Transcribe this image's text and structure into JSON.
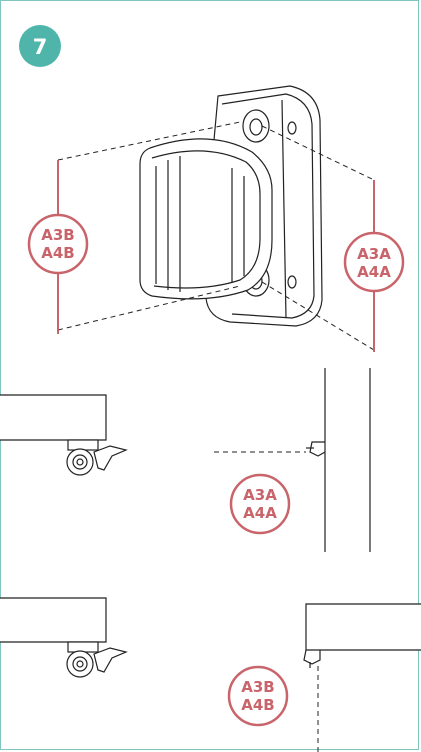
{
  "step": {
    "number": "7"
  },
  "colors": {
    "accent": "#4fb5ab",
    "label": "#c8646a",
    "line": "#222222",
    "frame": "#7fc6bf"
  },
  "labels": {
    "top_left": [
      "A3B",
      "A4B"
    ],
    "top_right": [
      "A3A",
      "A4A"
    ],
    "middle": [
      "A3A",
      "A4A"
    ],
    "bottom": [
      "A3B",
      "A4B"
    ]
  },
  "icons": [
    "handle-bracket-illustration",
    "caster-wheel-icon",
    "wall-clip-icon",
    "cabinet-panel-icon"
  ]
}
